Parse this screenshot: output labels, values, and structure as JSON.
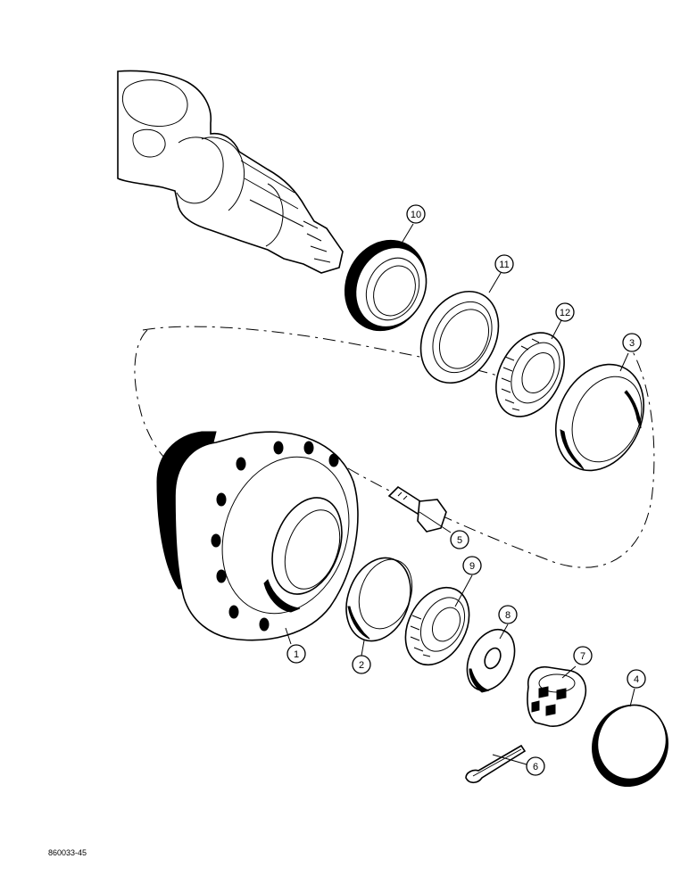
{
  "figure_code": "860033-45",
  "callouts": [
    {
      "id": "callout-1",
      "label": "1"
    },
    {
      "id": "callout-2",
      "label": "2"
    },
    {
      "id": "callout-3",
      "label": "3"
    },
    {
      "id": "callout-4",
      "label": "4"
    },
    {
      "id": "callout-5",
      "label": "5"
    },
    {
      "id": "callout-6",
      "label": "6"
    },
    {
      "id": "callout-7",
      "label": "7"
    },
    {
      "id": "callout-8",
      "label": "8"
    },
    {
      "id": "callout-9",
      "label": "9"
    },
    {
      "id": "callout-10",
      "label": "10"
    },
    {
      "id": "callout-11",
      "label": "11"
    },
    {
      "id": "callout-12",
      "label": "12"
    }
  ]
}
